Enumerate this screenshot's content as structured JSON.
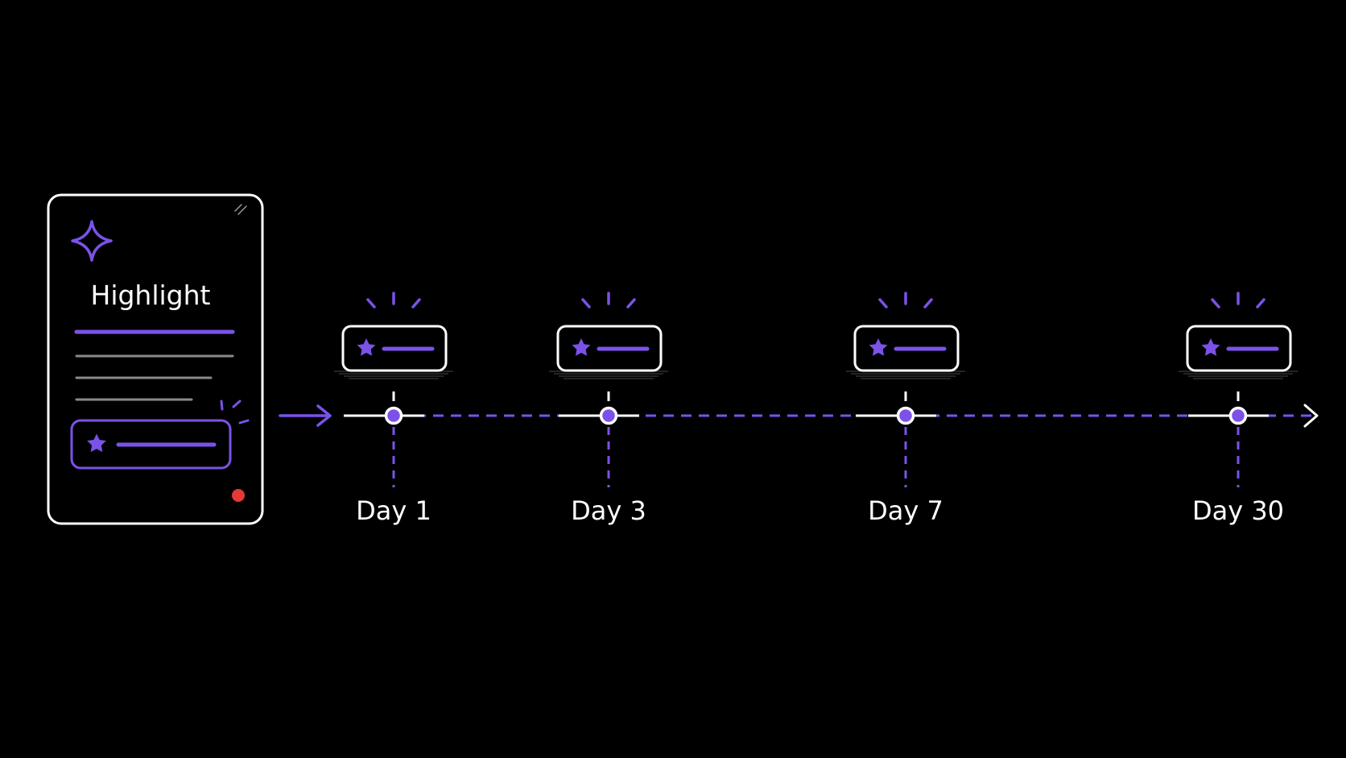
{
  "colors": {
    "background": "#000000",
    "accent": "#7b52e8",
    "stroke": "#ffffff",
    "muted": "#8a8a8a",
    "notification_dot": "#e53935"
  },
  "card": {
    "icon": "sparkle-icon",
    "title": "Highlight",
    "highlight_icon": "star-icon"
  },
  "timeline": {
    "milestones": [
      {
        "label": "Day 1",
        "day": 1,
        "icon": "star-icon"
      },
      {
        "label": "Day 3",
        "day": 3,
        "icon": "star-icon"
      },
      {
        "label": "Day 7",
        "day": 7,
        "icon": "star-icon"
      },
      {
        "label": "Day 30",
        "day": 30,
        "icon": "star-icon"
      }
    ]
  }
}
